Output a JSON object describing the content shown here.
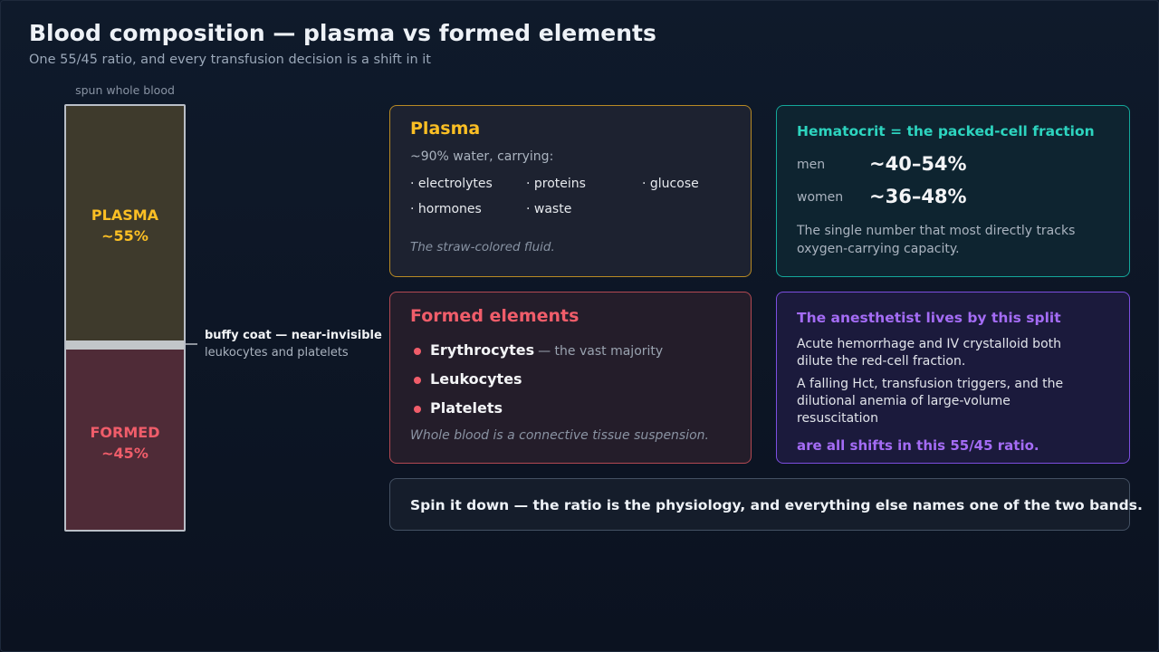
{
  "title": "Blood composition — plasma vs formed elements",
  "subtitle": "One 55/45 ratio, and every transfusion decision is a shift in it",
  "tube": {
    "label": "spun whole blood",
    "plasma": {
      "name": "PLASMA",
      "pct": "~55%"
    },
    "formed": {
      "name": "FORMED",
      "pct": "~45%"
    },
    "buffy": {
      "title": "buffy coat — near-invisible",
      "sub": "leukocytes and platelets"
    }
  },
  "plasma_card": {
    "title": "Plasma",
    "intro": "~90% water, carrying:",
    "items": [
      "· electrolytes",
      "· proteins",
      "· glucose",
      "· hormones",
      "· waste"
    ],
    "note": "The straw-colored fluid."
  },
  "hct_card": {
    "title": "Hematocrit = the packed-cell fraction",
    "rows": [
      {
        "label": "men",
        "value": "~40–54%"
      },
      {
        "label": "women",
        "value": "~36–48%"
      }
    ],
    "desc": "The single number that most directly tracks oxygen-carrying capacity."
  },
  "formed_card": {
    "title": "Formed elements",
    "items": [
      {
        "name": "Erythrocytes",
        "suffix": "— the vast majority"
      },
      {
        "name": "Leukocytes",
        "suffix": ""
      },
      {
        "name": "Platelets",
        "suffix": ""
      }
    ],
    "note": "Whole blood is a connective tissue suspension."
  },
  "anes_card": {
    "title": "The anesthetist lives by this split",
    "p1": "Acute hemorrhage and IV crystalloid both dilute the red-cell fraction.",
    "p2": "A falling Hct, transfusion triggers, and the dilutional anemia of large-volume resuscitation",
    "conclusion": "are all shifts in this 55/45 ratio."
  },
  "bottom": "Spin it down — the ratio is the physiology, and everything else names one of the two bands.",
  "colors": {
    "plasma_accent": "#fbbf24",
    "hct_accent": "#2dd4bf",
    "formed_accent": "#f05d6a",
    "anes_accent": "#a46cf5",
    "background": "#0b1220"
  }
}
